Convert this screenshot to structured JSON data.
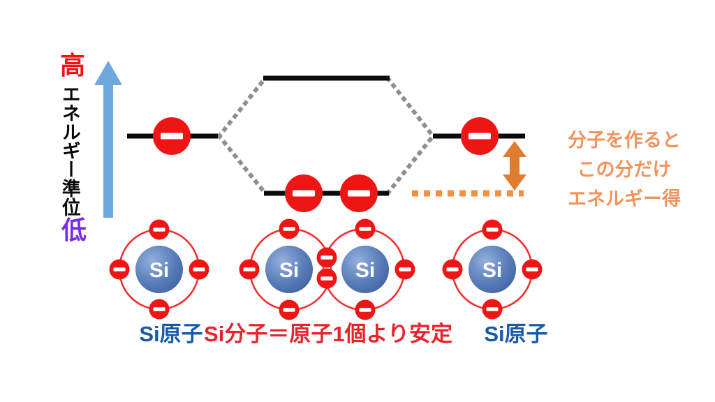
{
  "energy_axis": {
    "high_label": "高",
    "axis_label": "エネルギー準位",
    "low_label": "低"
  },
  "molecular_orbital_diagram": {
    "gain_annotation": {
      "lines": [
        "分子を作ると",
        "この分だけ",
        "エネルギー得"
      ]
    }
  },
  "atom": {
    "symbol": "Si"
  },
  "captions": {
    "left_atom": "Si原子",
    "molecule": "Si分子＝原子1個より安定",
    "right_atom": "Si原子"
  },
  "colors": {
    "high_label_red": "#F01414",
    "low_label_purple": "#7A2BEA",
    "axis_arrow_blue": "#6FA8DC",
    "electron_red": "#EE1515",
    "orbit_ring_red": "#F42A2A",
    "nucleus_blue": "#41639F",
    "level_line_black": "#0A0A0A",
    "correlation_dot_gray": "#8F8F8F",
    "gain_text_orange": "#F2935C",
    "gain_arrow_orange": "#E07C2E",
    "gain_dotted_orange": "#F0923F",
    "atom_caption_blue": "#1859A8",
    "molecule_caption_red": "#E7242B"
  }
}
